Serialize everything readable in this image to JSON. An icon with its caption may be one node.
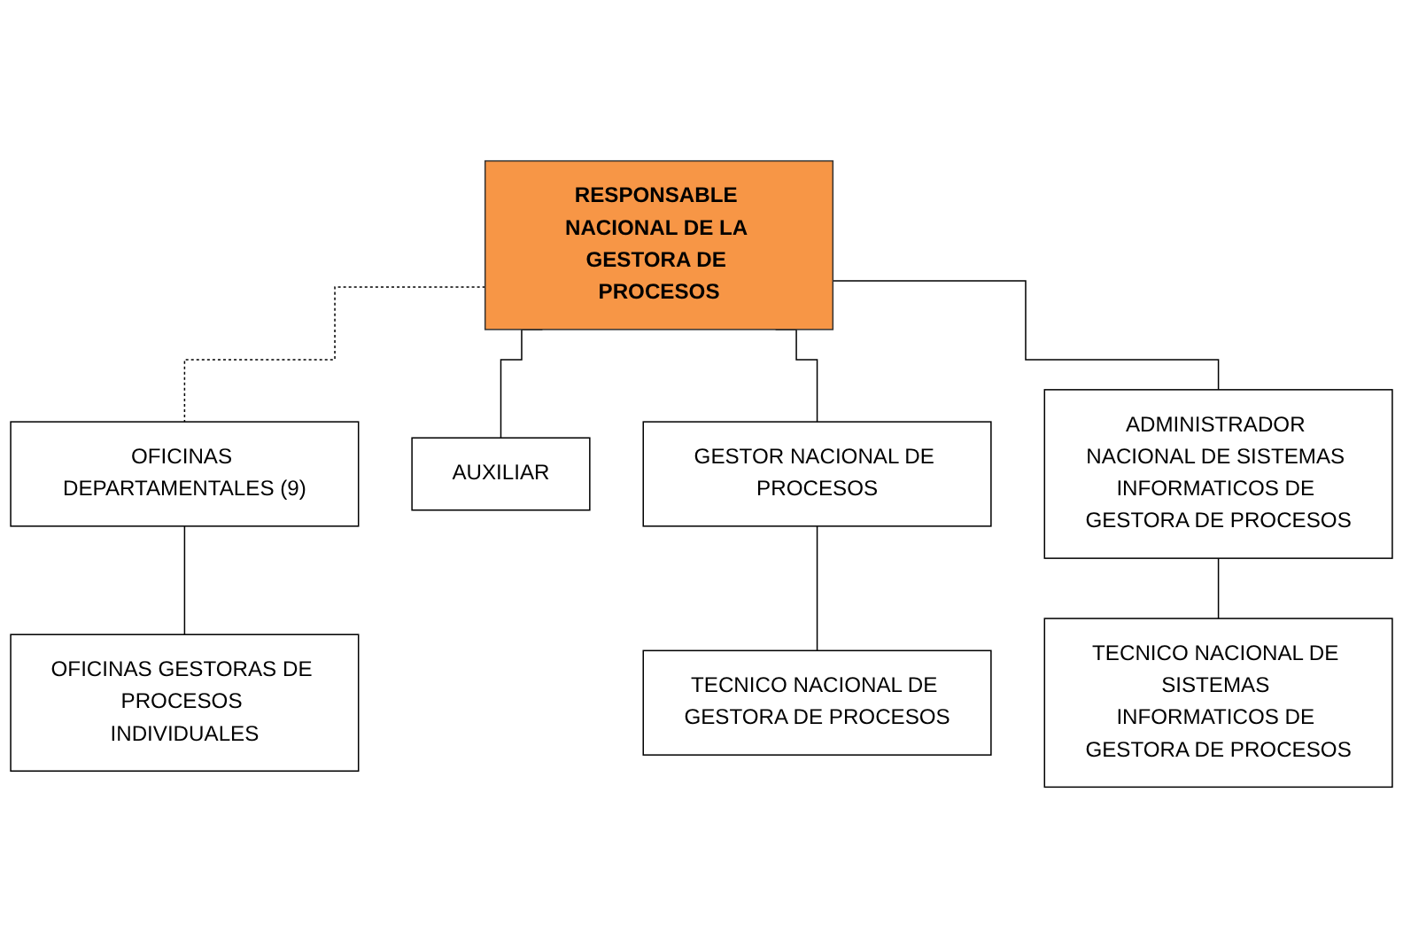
{
  "diagram": {
    "nodes": [
      {
        "text": [
          "RESPONSABLE NACIONAL DE LA GESTORA DE PROCESOS"
        ]
      },
      {
        "text": [
          "OFICINAS DEPARTAMENTALES (9)"
        ]
      },
      {
        "text": [
          "AUXILIAR"
        ]
      },
      {
        "text": [
          "OFICINAS GESTORAS DE PROCESOS INDIVIDUALES"
        ]
      },
      {
        "text": [
          "GESTOR NACIONAL DE PROCESOS"
        ]
      },
      {
        "text": [
          "ADMINISTRADOR NACIONAL DE SISTEMAS INFORMATICOS DE GESTORA DE PROCESOS"
        ]
      },
      {
        "text": [
          "TECNICO NACIONAL DE GESTORA DE PROCESOS"
        ]
      },
      {
        "text": [
          "TECNICO NACIONAL DE SISTEMAS INFORMATICOS DE GESTORA DE PROCESOS"
        ]
      }
    ],
    "edges": [
      {
        "from": 0,
        "to": 1,
        "arrow": "none",
        "style": "dashed"
      },
      {
        "from": 0,
        "to": 2,
        "arrow": "none"
      },
      {
        "from": 0,
        "to": 4,
        "arrow": "none"
      },
      {
        "from": 0,
        "to": 5,
        "arrow": "none"
      },
      {
        "from": 1,
        "to": 3,
        "arrow": "none"
      },
      {
        "from": 4,
        "to": 6,
        "arrow": "none"
      },
      {
        "from": 5,
        "to": 7,
        "arrow": "none"
      }
    ]
  }
}
